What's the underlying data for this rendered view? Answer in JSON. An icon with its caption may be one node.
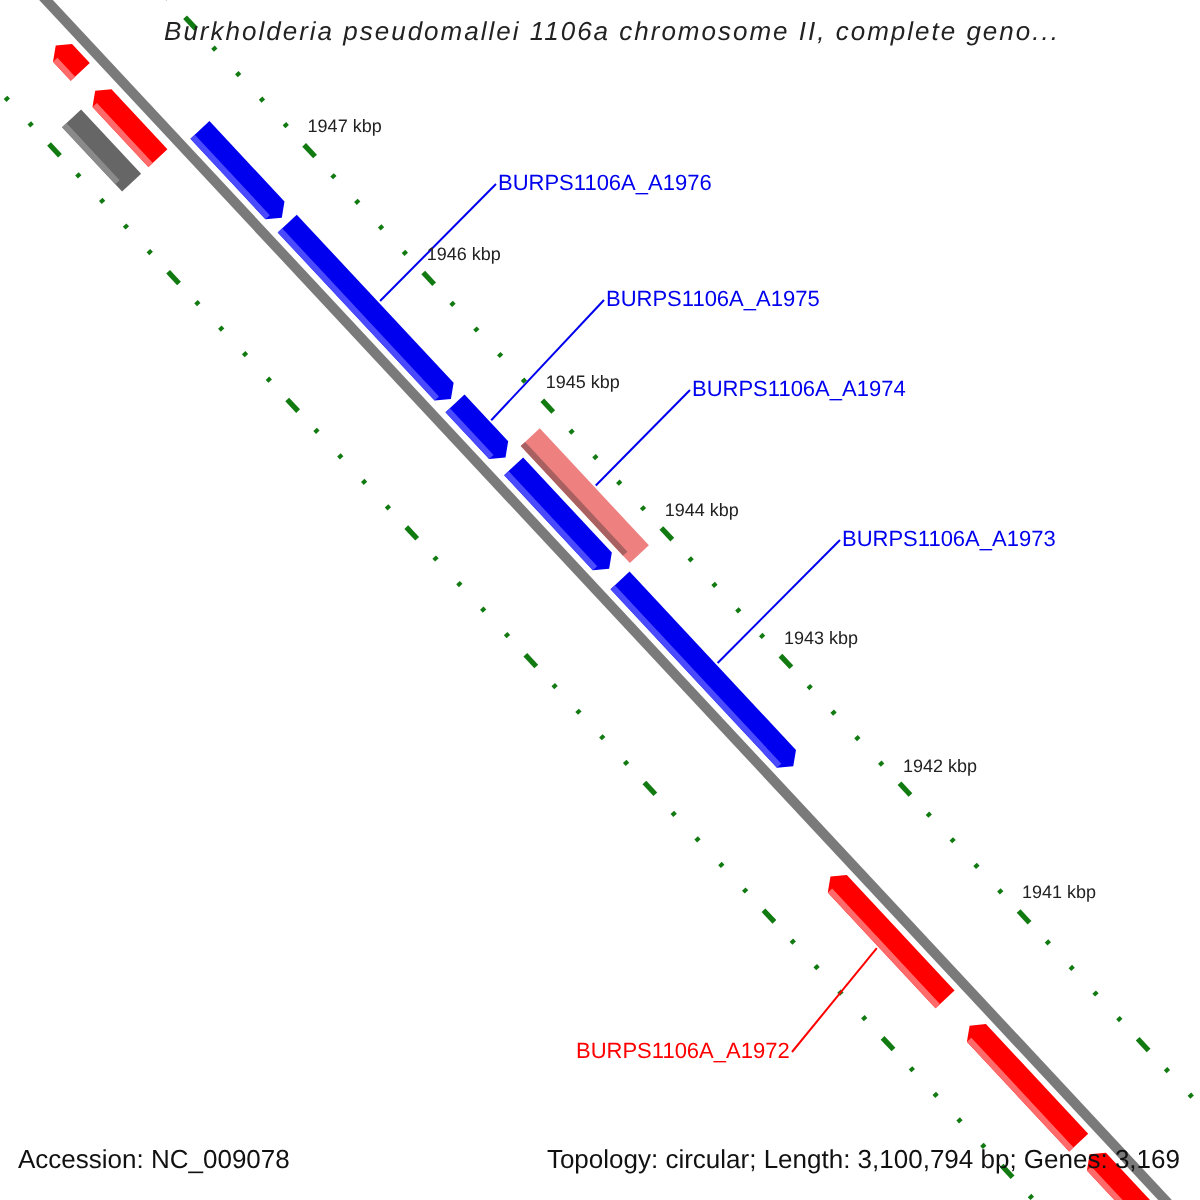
{
  "diagram": {
    "title": "Burkholderia pseudomallei 1106a chromosome II, complete geno...",
    "nodes": [
      {
        "text": [],
        "shape": "arrow"
      },
      {
        "text": [],
        "shape": "arrow"
      },
      {
        "text": [],
        "shape": "arrow"
      },
      {
        "text": [],
        "shape": "arrow"
      },
      {
        "text": [],
        "shape": "arrow"
      },
      {
        "text": [],
        "shape": "arrow"
      },
      {
        "text": [],
        "shape": "arrow"
      },
      {
        "text": [],
        "shape": "arrow"
      },
      {
        "text": [],
        "shape": "arrow"
      },
      {
        "text": [],
        "shape": "arrow"
      },
      {
        "text": [],
        "shape": "arrow"
      },
      {
        "text": [],
        "shape": "arrow"
      },
      {
        "text": [
          "BURPS1106A_A1976"
        ]
      },
      {
        "text": [
          "BURPS1106A_A1975"
        ]
      },
      {
        "text": [
          "BURPS1106A_A1974"
        ]
      },
      {
        "text": [
          "BURPS1106A_A1973"
        ]
      },
      {
        "text": [
          "BURPS1106A_A1972"
        ]
      }
    ],
    "edges": [
      {
        "from": 12,
        "to": 4,
        "arrow": "none"
      },
      {
        "from": 13,
        "to": 5,
        "arrow": "none"
      },
      {
        "from": 14,
        "to": 6,
        "arrow": "none"
      },
      {
        "from": 15,
        "to": 8,
        "arrow": "none"
      },
      {
        "from": 16,
        "to": 9,
        "arrow": "none",
        "color": "#ff0000"
      }
    ],
    "labels": [
      "1947 kbp",
      "1946 kbp",
      "1945 kbp",
      "1944 kbp",
      "1943 kbp",
      "1942 kbp",
      "1941 kbp",
      "Accession: NC_009078",
      "Topology: circular; Length: 3,100,794 bp; Genes: 3,169"
    ]
  }
}
